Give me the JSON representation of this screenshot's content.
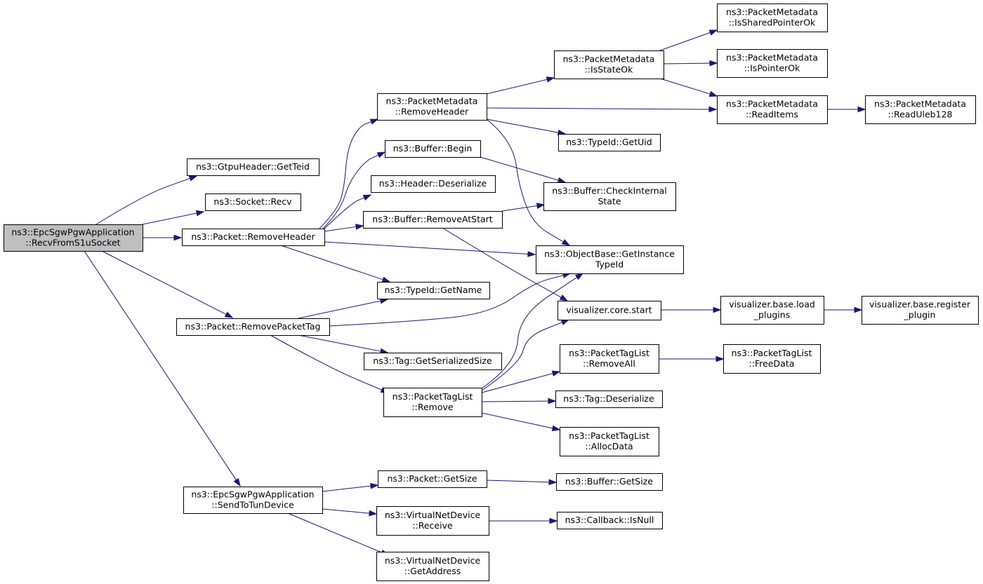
{
  "graph": {
    "nodes": [
      {
        "id": "root",
        "lines": [
          "ns3::EpcSgwPgwApplication",
          "::RecvFromS1uSocket"
        ],
        "highlight": true
      },
      {
        "id": "getteid",
        "lines": [
          "ns3::GtpuHeader::GetTeid"
        ]
      },
      {
        "id": "recv",
        "lines": [
          "ns3::Socket::Recv"
        ]
      },
      {
        "id": "removeheader",
        "lines": [
          "ns3::Packet::RemoveHeader"
        ]
      },
      {
        "id": "removepackettag",
        "lines": [
          "ns3::Packet::RemovePacketTag"
        ]
      },
      {
        "id": "sendtotun",
        "lines": [
          "ns3::EpcSgwPgwApplication",
          "::SendToTunDevice"
        ]
      },
      {
        "id": "pm_removeheader",
        "lines": [
          "ns3::PacketMetadata",
          "::RemoveHeader"
        ]
      },
      {
        "id": "buf_begin",
        "lines": [
          "ns3::Buffer::Begin"
        ]
      },
      {
        "id": "hdr_deser",
        "lines": [
          "ns3::Header::Deserialize"
        ]
      },
      {
        "id": "buf_removeatstart",
        "lines": [
          "ns3::Buffer::RemoveAtStart"
        ]
      },
      {
        "id": "typeid_getname",
        "lines": [
          "ns3::TypeId::GetName"
        ]
      },
      {
        "id": "tag_getsersize",
        "lines": [
          "ns3::Tag::GetSerializedSize"
        ]
      },
      {
        "id": "ptl_remove",
        "lines": [
          "ns3::PacketTagList",
          "::Remove"
        ]
      },
      {
        "id": "pkt_getsize",
        "lines": [
          "ns3::Packet::GetSize"
        ]
      },
      {
        "id": "vnd_receive",
        "lines": [
          "ns3::VirtualNetDevice",
          "::Receive"
        ]
      },
      {
        "id": "vnd_getaddress",
        "lines": [
          "ns3::VirtualNetDevice",
          "::GetAddress"
        ]
      },
      {
        "id": "pm_isstateok",
        "lines": [
          "ns3::PacketMetadata",
          "::IsStateOk"
        ]
      },
      {
        "id": "typeid_getuid",
        "lines": [
          "ns3::TypeId::GetUid"
        ]
      },
      {
        "id": "buf_checkinternal",
        "lines": [
          "ns3::Buffer::CheckInternal",
          "State"
        ]
      },
      {
        "id": "ob_getinstance",
        "lines": [
          "ns3::ObjectBase::GetInstance",
          "TypeId"
        ]
      },
      {
        "id": "vis_core_start",
        "lines": [
          "visualizer.core.start"
        ]
      },
      {
        "id": "ptl_removeall",
        "lines": [
          "ns3::PacketTagList",
          "::RemoveAll"
        ]
      },
      {
        "id": "tag_deser",
        "lines": [
          "ns3::Tag::Deserialize"
        ]
      },
      {
        "id": "ptl_allocdata",
        "lines": [
          "ns3::PacketTagList",
          "::AllocData"
        ]
      },
      {
        "id": "buf_getsize",
        "lines": [
          "ns3::Buffer::GetSize"
        ]
      },
      {
        "id": "cb_isnull",
        "lines": [
          "ns3::Callback::IsNull"
        ]
      },
      {
        "id": "pm_issharedptr",
        "lines": [
          "ns3::PacketMetadata",
          "::IsSharedPointerOk"
        ]
      },
      {
        "id": "pm_isptrok",
        "lines": [
          "ns3::PacketMetadata",
          "::IsPointerOk"
        ]
      },
      {
        "id": "pm_readitems",
        "lines": [
          "ns3::PacketMetadata",
          "::ReadItems"
        ]
      },
      {
        "id": "pm_readuleb",
        "lines": [
          "ns3::PacketMetadata",
          "::ReadUleb128"
        ]
      },
      {
        "id": "vis_base_load",
        "lines": [
          "visualizer.base.load",
          "_plugins"
        ]
      },
      {
        "id": "vis_base_register",
        "lines": [
          "visualizer.base.register",
          "_plugin"
        ]
      },
      {
        "id": "ptl_freedata",
        "lines": [
          "ns3::PacketTagList",
          "::FreeData"
        ]
      }
    ],
    "edges": [
      {
        "from": "root",
        "to": "getteid"
      },
      {
        "from": "root",
        "to": "recv"
      },
      {
        "from": "root",
        "to": "removeheader"
      },
      {
        "from": "root",
        "to": "removepackettag"
      },
      {
        "from": "root",
        "to": "sendtotun"
      },
      {
        "from": "removeheader",
        "to": "pm_removeheader"
      },
      {
        "from": "removeheader",
        "to": "buf_begin"
      },
      {
        "from": "removeheader",
        "to": "hdr_deser"
      },
      {
        "from": "removeheader",
        "to": "buf_removeatstart"
      },
      {
        "from": "removeheader",
        "to": "ob_getinstance"
      },
      {
        "from": "removeheader",
        "to": "typeid_getname"
      },
      {
        "from": "removepackettag",
        "to": "typeid_getname"
      },
      {
        "from": "removepackettag",
        "to": "ob_getinstance"
      },
      {
        "from": "removepackettag",
        "to": "tag_getsersize"
      },
      {
        "from": "removepackettag",
        "to": "ptl_remove"
      },
      {
        "from": "sendtotun",
        "to": "pkt_getsize"
      },
      {
        "from": "sendtotun",
        "to": "vnd_receive"
      },
      {
        "from": "sendtotun",
        "to": "vnd_getaddress"
      },
      {
        "from": "pm_removeheader",
        "to": "pm_isstateok"
      },
      {
        "from": "pm_removeheader",
        "to": "pm_readitems"
      },
      {
        "from": "pm_removeheader",
        "to": "typeid_getuid"
      },
      {
        "from": "pm_removeheader",
        "to": "ob_getinstance"
      },
      {
        "from": "buf_begin",
        "to": "buf_checkinternal"
      },
      {
        "from": "buf_removeatstart",
        "to": "buf_checkinternal"
      },
      {
        "from": "buf_removeatstart",
        "to": "vis_core_start"
      },
      {
        "from": "ptl_remove",
        "to": "ob_getinstance"
      },
      {
        "from": "ptl_remove",
        "to": "vis_core_start"
      },
      {
        "from": "ptl_remove",
        "to": "ptl_removeall"
      },
      {
        "from": "ptl_remove",
        "to": "tag_deser"
      },
      {
        "from": "ptl_remove",
        "to": "ptl_allocdata"
      },
      {
        "from": "pkt_getsize",
        "to": "buf_getsize"
      },
      {
        "from": "vnd_receive",
        "to": "cb_isnull"
      },
      {
        "from": "pm_isstateok",
        "to": "pm_issharedptr"
      },
      {
        "from": "pm_isstateok",
        "to": "pm_isptrok"
      },
      {
        "from": "pm_isstateok",
        "to": "pm_readitems"
      },
      {
        "from": "pm_readitems",
        "to": "pm_readuleb"
      },
      {
        "from": "vis_core_start",
        "to": "vis_base_load"
      },
      {
        "from": "vis_base_load",
        "to": "vis_base_register"
      },
      {
        "from": "ptl_removeall",
        "to": "ptl_freedata"
      }
    ],
    "colors": {
      "edge": "#191970",
      "root_fill": "#bfbfbf",
      "node_fill": "#ffffff",
      "border": "#000000"
    }
  }
}
